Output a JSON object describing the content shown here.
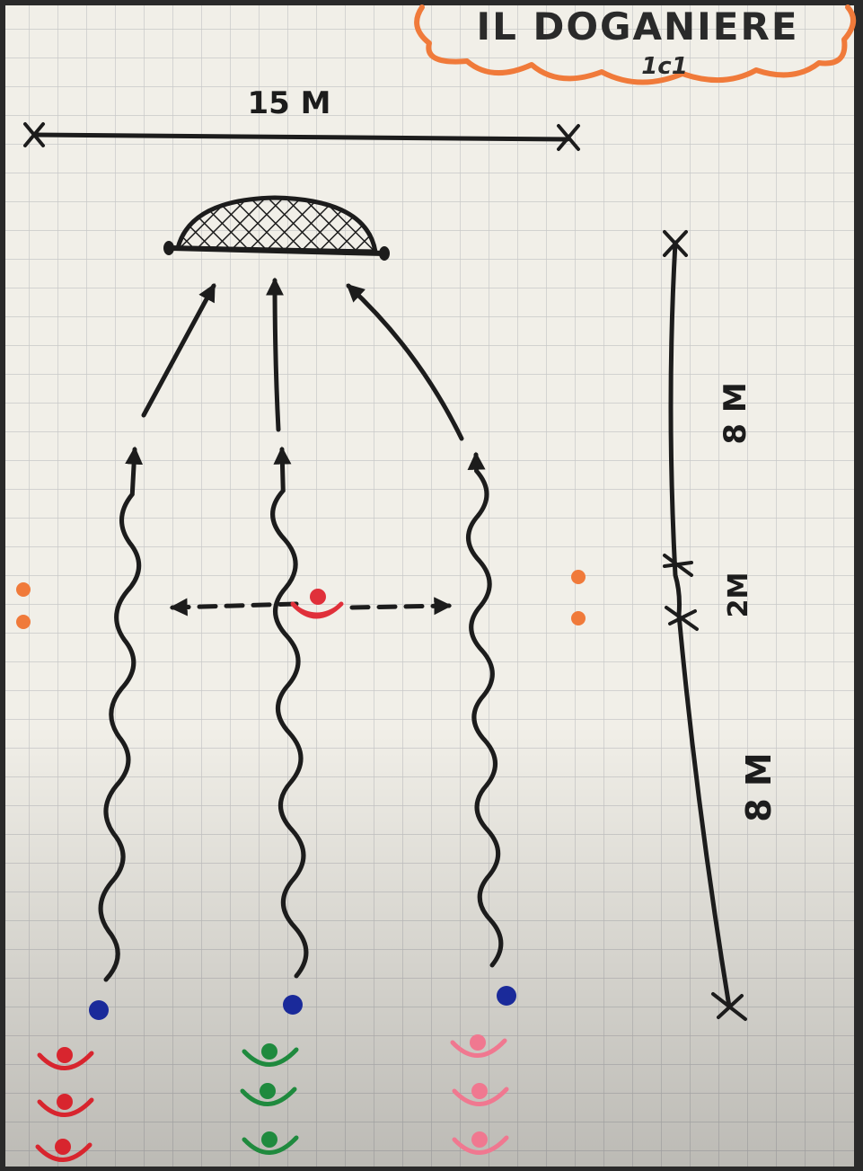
{
  "title": {
    "line1": "IL DOGANIERE",
    "line2": "1c1"
  },
  "dimensions": {
    "width": "15 M",
    "top_segment": "8 M",
    "middle_segment": "2M",
    "bottom_segment": "8 M"
  },
  "colors": {
    "paper": "#f1efe8",
    "grid": "#c9c9c9",
    "ink": "#1c1c1c",
    "title_cloud": "#f07a3a",
    "cone": "#f07a3a",
    "defender": "#e0303a",
    "ball": "#1a2a9a",
    "team_left": "#d8252e",
    "team_middle": "#1f8a3e",
    "team_right": "#f07890"
  },
  "icons": {
    "goal": "goal-net-icon",
    "defender": "defender-player-icon",
    "ball": "ball-icon",
    "cone": "cone-marker-icon",
    "player": "player-icon"
  }
}
